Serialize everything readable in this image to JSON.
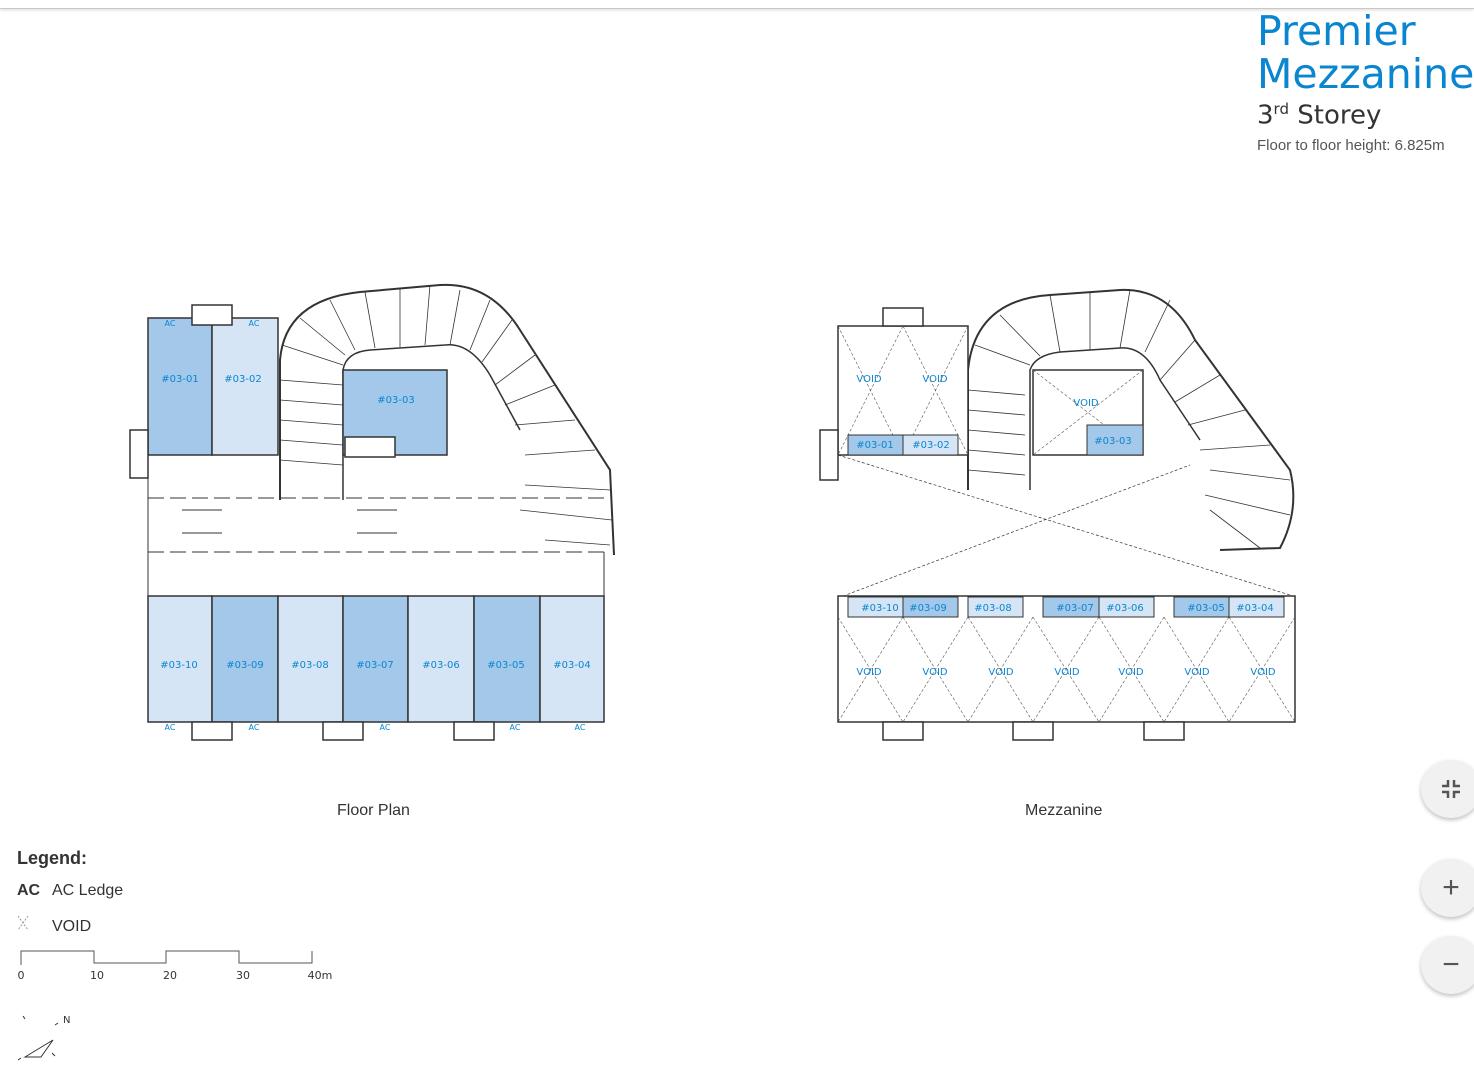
{
  "header": {
    "title_line1": "Premier",
    "title_line2": "Mezzanine",
    "storey_number": "3",
    "storey_suffix": "rd",
    "storey_word": "Storey",
    "floor_height": "Floor to floor height: 6.825m"
  },
  "colors": {
    "accent": "#0a86d0",
    "unit_dark": "#a3c8ea",
    "unit_light": "#d5e5f5"
  },
  "floor_plan": {
    "caption": "Floor Plan",
    "units": [
      "#03-01",
      "#03-02",
      "#03-03",
      "#03-10",
      "#03-09",
      "#03-08",
      "#03-07",
      "#03-06",
      "#03-05",
      "#03-04"
    ],
    "ac_label": "AC"
  },
  "mezzanine": {
    "caption": "Mezzanine",
    "units": [
      "#03-01",
      "#03-02",
      "#03-03",
      "#03-10",
      "#03-09",
      "#03-08",
      "#03-07",
      "#03-06",
      "#03-05",
      "#03-04"
    ],
    "void_label": "VOID"
  },
  "legend": {
    "title": "Legend:",
    "items": [
      {
        "key": "AC",
        "label": "AC Ledge"
      },
      {
        "key": "void-cross-icon",
        "label": "VOID"
      }
    ],
    "scale_ticks": [
      "0",
      "10",
      "20",
      "30",
      "40m"
    ],
    "north": "N"
  },
  "controls": {
    "fit": "fit-screen-icon",
    "zoom_in": "+",
    "zoom_out": "−"
  }
}
